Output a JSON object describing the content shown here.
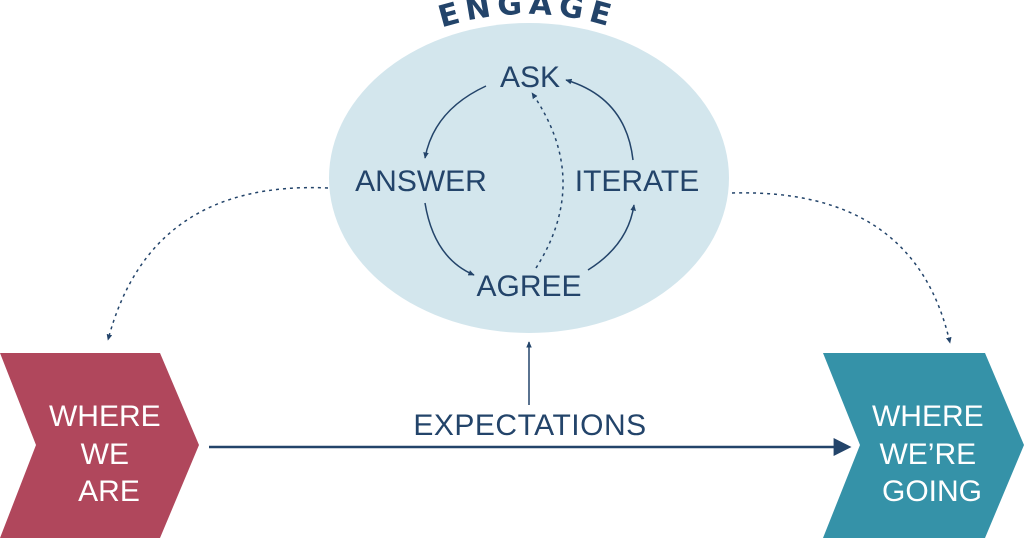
{
  "title": "ENGAGE",
  "cycle": {
    "ask": "ASK",
    "answer": "ANSWER",
    "agree": "AGREE",
    "iterate": "ITERATE"
  },
  "left": {
    "lines": [
      "WHERE",
      "WE",
      "ARE"
    ]
  },
  "right": {
    "lines": [
      "WHERE",
      "WE’RE",
      "GOING"
    ]
  },
  "center_label": "EXPECTATIONS",
  "colors": {
    "navy": "#23446a",
    "ellipse": "#d3e6ed",
    "left_chevron": "#b0475c",
    "right_chevron": "#3592a8",
    "white": "#ffffff"
  }
}
